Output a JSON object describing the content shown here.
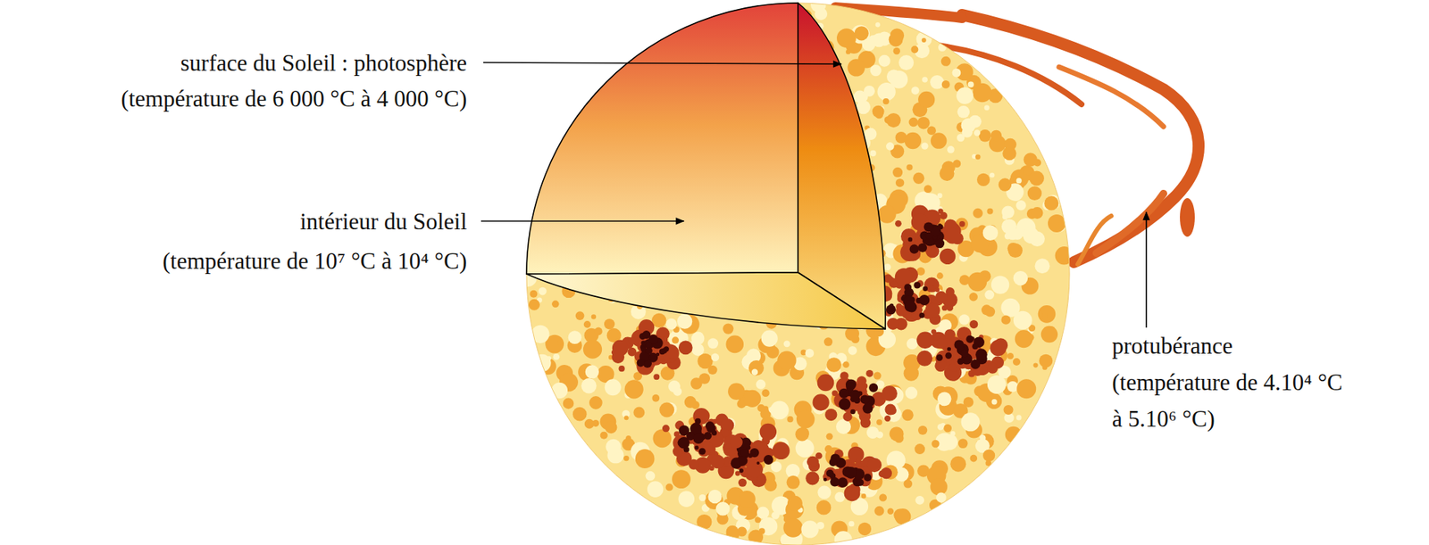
{
  "diagram": {
    "labels": [
      "surface du Soleil : photosphère",
      "(température de 6 000 °C à 4 000 °C)",
      "intérieur du Soleil",
      "(température de 10⁷ °C à 10⁴ °C)",
      "protubérance",
      "(température de 4.10⁴ °C",
      "à 5.10⁶ °C)"
    ]
  }
}
